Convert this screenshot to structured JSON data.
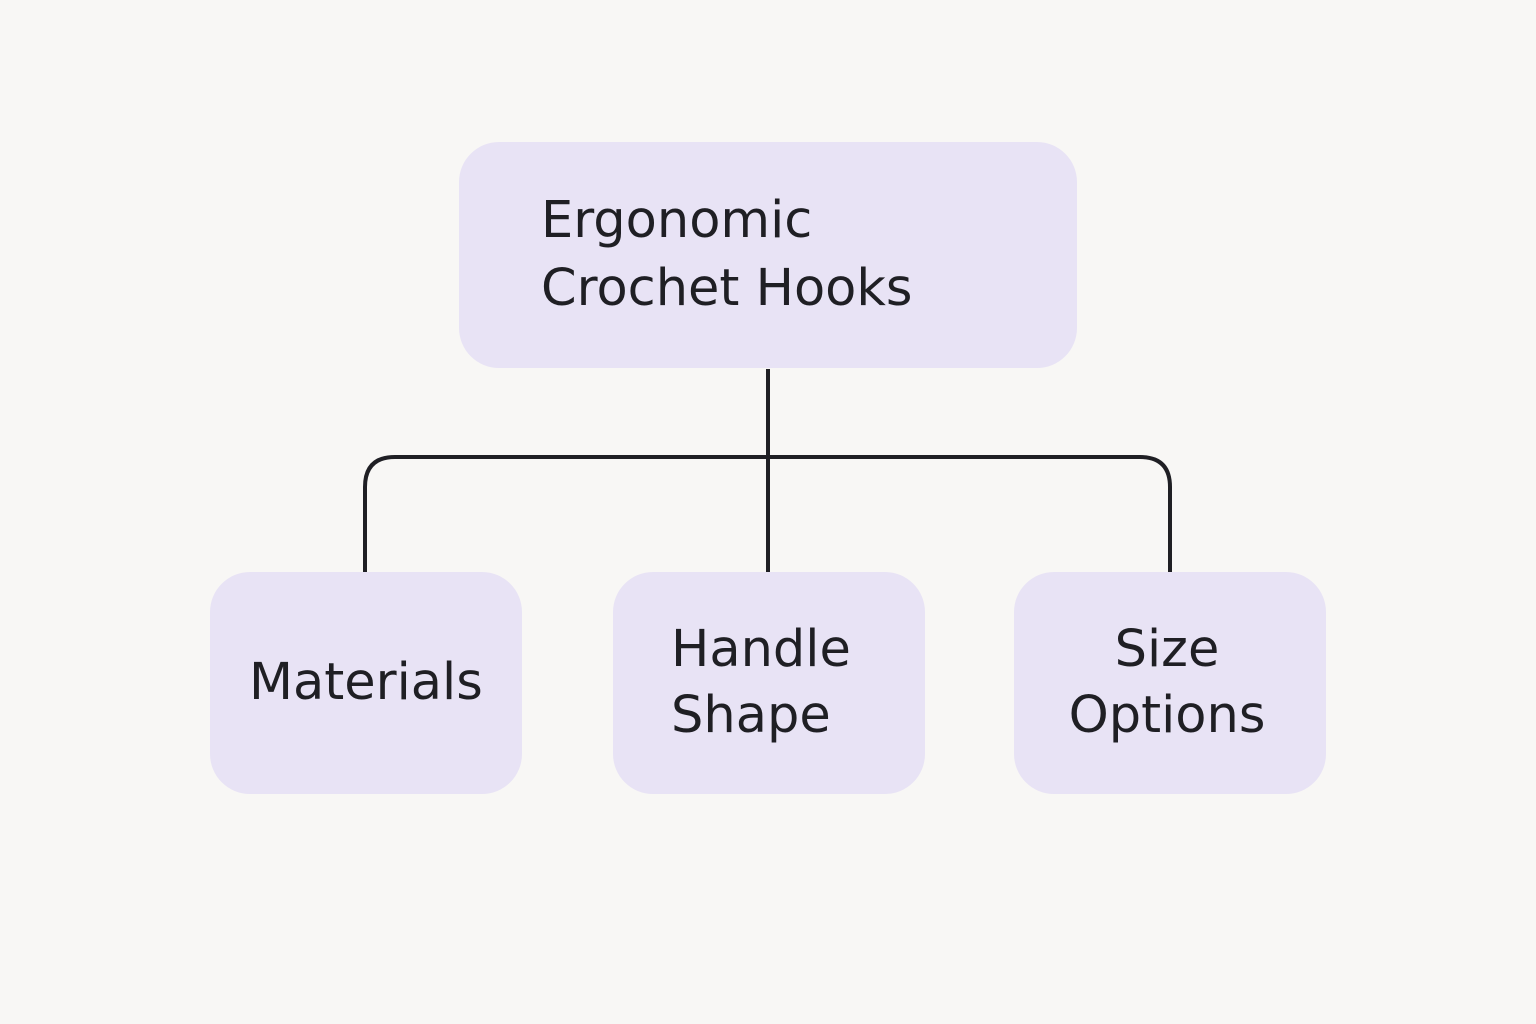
{
  "colors": {
    "background": "#f8f7f5",
    "node_fill": "#e8e3f5",
    "connector": "#1f1f24",
    "text": "#1f1f24"
  },
  "root": {
    "lines": [
      "Ergonomic",
      "Crochet Hooks"
    ]
  },
  "children": [
    {
      "lines": [
        "Materials"
      ]
    },
    {
      "lines": [
        "Handle",
        "Shape"
      ]
    },
    {
      "lines": [
        "Size",
        "Options"
      ]
    }
  ]
}
